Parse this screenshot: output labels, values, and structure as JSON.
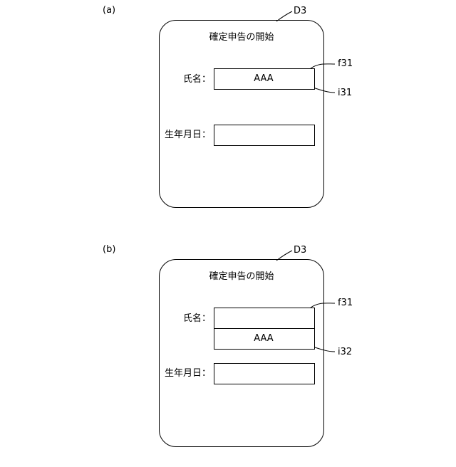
{
  "figures": [
    {
      "panel": "(a)",
      "device_ref": "D3",
      "screen_title": "確定申告の開始",
      "name_label": "氏名：",
      "name_value": "AAA",
      "field_ref": "f31",
      "item_ref": "i31",
      "dob_label": "生年月日："
    },
    {
      "panel": "(b)",
      "device_ref": "D3",
      "screen_title": "確定申告の開始",
      "name_label": "氏名：",
      "candidate_value": "AAA",
      "field_ref": "f31",
      "item_ref": "i32",
      "dob_label": "生年月日："
    }
  ]
}
